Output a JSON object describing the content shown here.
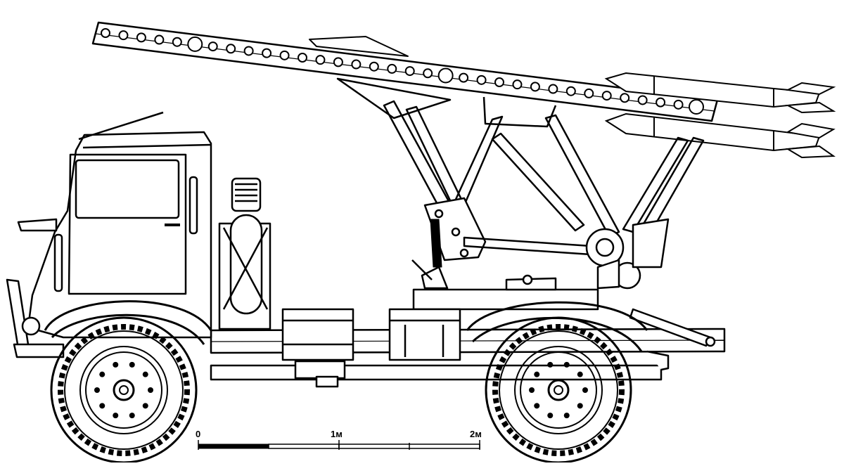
{
  "scale_bar": {
    "labels": [
      "0",
      "1м",
      "2м"
    ]
  },
  "colors": {
    "ink": "#000000",
    "paper": "#ffffff"
  }
}
